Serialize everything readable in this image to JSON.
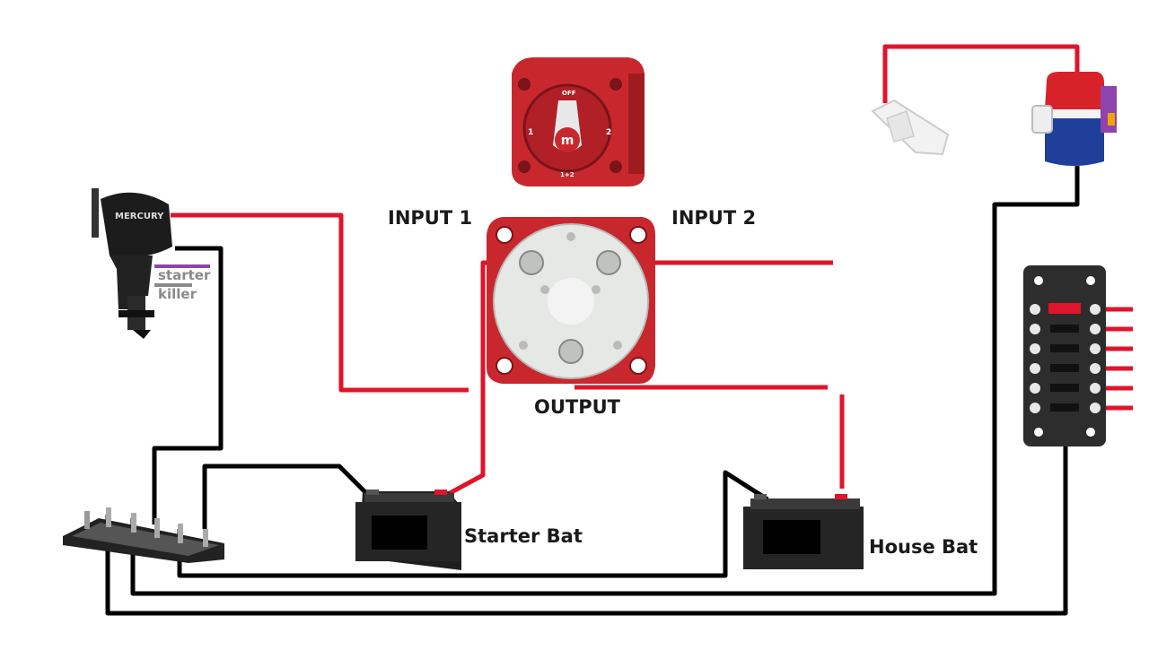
{
  "labels": {
    "input1": "INPUT 1",
    "input2": "INPUT 2",
    "output": "OUTPUT",
    "starter_bat": "Starter Bat",
    "house_bat": "House Bat",
    "starter": "starter",
    "killer": "killer",
    "engine_brand": "MERCURY",
    "switch_center": "m",
    "switch_pos1": "1",
    "switch_pos2": "2",
    "switch_off": "OFF",
    "switch_both": "1+2"
  },
  "colors": {
    "positive_wire": "#e0142a",
    "negative_wire": "#000000",
    "switch_body": "#c8282d",
    "battery_body": "#1e1e1e",
    "pump_red": "#d8222a",
    "pump_blue": "#1f3f9a",
    "purple_wire": "#8e44ad"
  },
  "icons": {
    "engine": "outboard-motor-icon",
    "rotary_switch": "battery-switch-icon",
    "selector": "selector-switch-icon",
    "battery": "battery-icon",
    "bus_bar": "bus-bar-icon",
    "fuse_block": "fuse-block-icon",
    "float_switch": "float-switch-icon",
    "bilge_pump": "bilge-pump-icon"
  }
}
